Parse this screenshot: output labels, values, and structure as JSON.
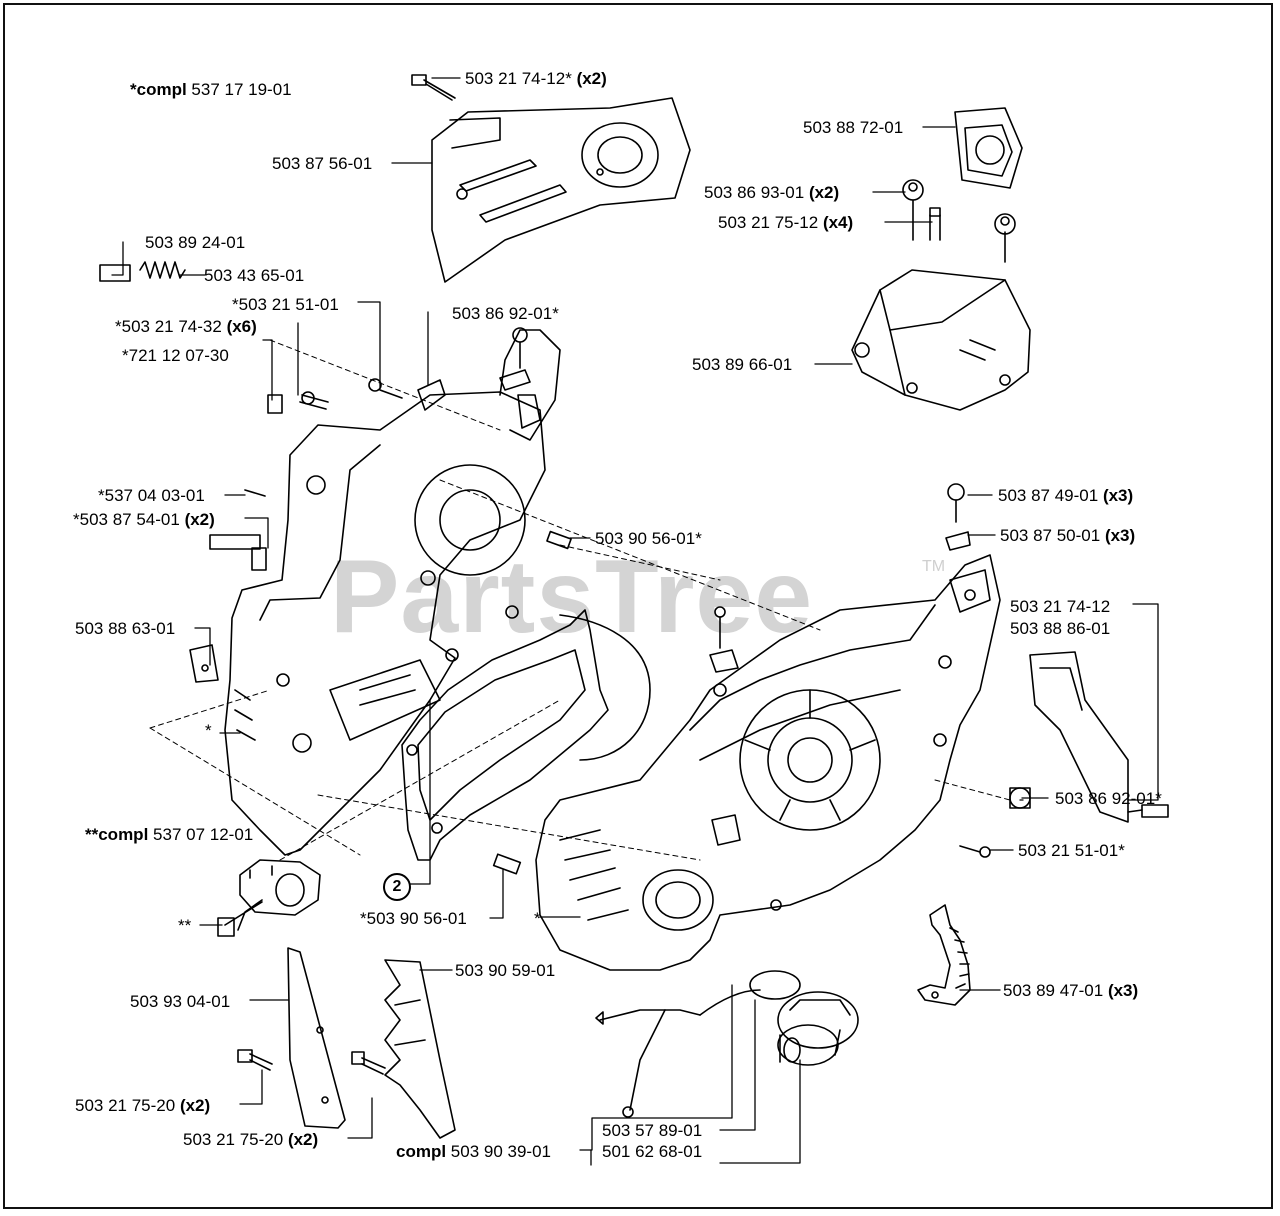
{
  "watermark": {
    "text": "PartsTree",
    "trademark": "TM"
  },
  "callout": "2",
  "headings": {
    "compl_main": {
      "prefix": "*compl",
      "number": "537 17 19-01"
    },
    "compl_chain": {
      "prefix": "**compl",
      "number": "537 07 12-01"
    },
    "compl_bumper": {
      "prefix": "compl",
      "number": "503 90 39-01"
    }
  },
  "parts": {
    "p1": {
      "num": "503 21 74-12*",
      "qty": "(x2)"
    },
    "p2": {
      "num": "503 87 56-01",
      "qty": ""
    },
    "p3": {
      "num": "503 88 72-01",
      "qty": ""
    },
    "p4": {
      "num": "503 86 93-01",
      "qty": "(x2)"
    },
    "p5": {
      "num": "503 21 75-12",
      "qty": "(x4)"
    },
    "p6": {
      "num": "503 89 66-01",
      "qty": ""
    },
    "p7": {
      "num": "503 89 24-01",
      "qty": ""
    },
    "p8": {
      "num": "503 43 65-01",
      "qty": ""
    },
    "p9": {
      "num": "*503 21 51-01",
      "qty": ""
    },
    "p10": {
      "num": "503 86 92-01*",
      "qty": ""
    },
    "p11": {
      "num": "*503 21 74-32",
      "qty": "(x6)"
    },
    "p12": {
      "num": "*721 12 07-30",
      "qty": ""
    },
    "p13": {
      "num": "*537 04 03-01",
      "qty": ""
    },
    "p14": {
      "num": "*503 87 54-01",
      "qty": "(x2)"
    },
    "p15": {
      "num": "503 90 56-01*",
      "qty": ""
    },
    "p16": {
      "num": "503 87 49-01",
      "qty": "(x3)"
    },
    "p17": {
      "num": "503 87 50-01",
      "qty": "(x3)"
    },
    "p18": {
      "num": "503 88 63-01",
      "qty": ""
    },
    "p19": {
      "num": "503 21 74-12",
      "qty": ""
    },
    "p20": {
      "num": "503 88 86-01",
      "qty": ""
    },
    "p21": {
      "num": "503 86 92-01*",
      "qty": ""
    },
    "p22": {
      "num": "503 21 51-01*",
      "qty": ""
    },
    "p23": {
      "num": "*503 90 56-01",
      "qty": ""
    },
    "p24": {
      "num": "503 90 59-01",
      "qty": ""
    },
    "p25": {
      "num": "503 93 04-01",
      "qty": ""
    },
    "p26": {
      "num": "503 89 47-01",
      "qty": "(x3)"
    },
    "p27": {
      "num": "503 21 75-20",
      "qty": "(x2)"
    },
    "p28": {
      "num": "503 21 75-20",
      "qty": "(x2)"
    },
    "p29": {
      "num": "503 57 89-01",
      "qty": ""
    },
    "p30": {
      "num": "501 62 68-01",
      "qty": ""
    }
  },
  "markers": {
    "star_left": "*",
    "star_bottom": "*",
    "double_star": "**"
  }
}
